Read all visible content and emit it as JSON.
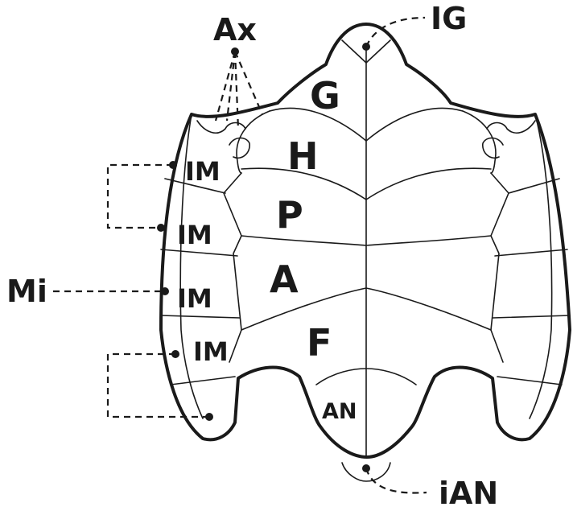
{
  "labels": {
    "gular": "G",
    "humeral": "H",
    "pectoral": "P",
    "abdominal": "A",
    "femoral": "F",
    "anal": "AN",
    "intergular": "IG",
    "axillary": "Ax",
    "inframarginal_1": "IM",
    "inframarginal_2": "IM",
    "inframarginal_3": "IM",
    "inframarginal_4": "IM",
    "marginals": "Mi",
    "interanal": "iAN"
  }
}
